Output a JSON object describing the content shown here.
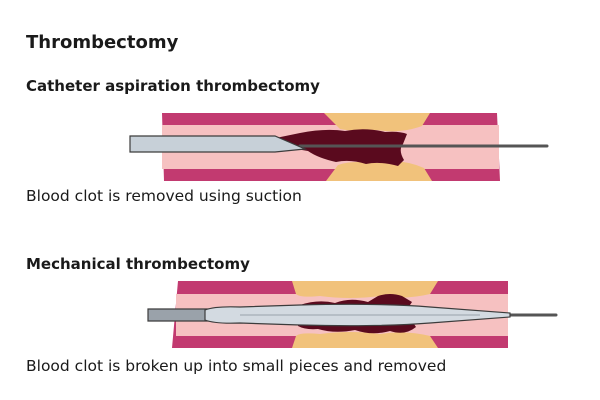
{
  "title": "Thrombectomy",
  "sections": [
    {
      "heading": "Catheter aspiration thrombectomy",
      "caption": "Blood clot is removed using suction"
    },
    {
      "heading": "Mechanical thrombectomy",
      "caption": "Blood clot is broken up into small pieces and removed"
    }
  ],
  "colors": {
    "vessel_wall": "#c23a70",
    "vessel_lumen": "#f6c1c1",
    "plaque": "#f1c27b",
    "clot": "#5a0a1e",
    "catheter": "#c7d0d8",
    "outline": "#3c3c3c",
    "wire": "#555555"
  }
}
